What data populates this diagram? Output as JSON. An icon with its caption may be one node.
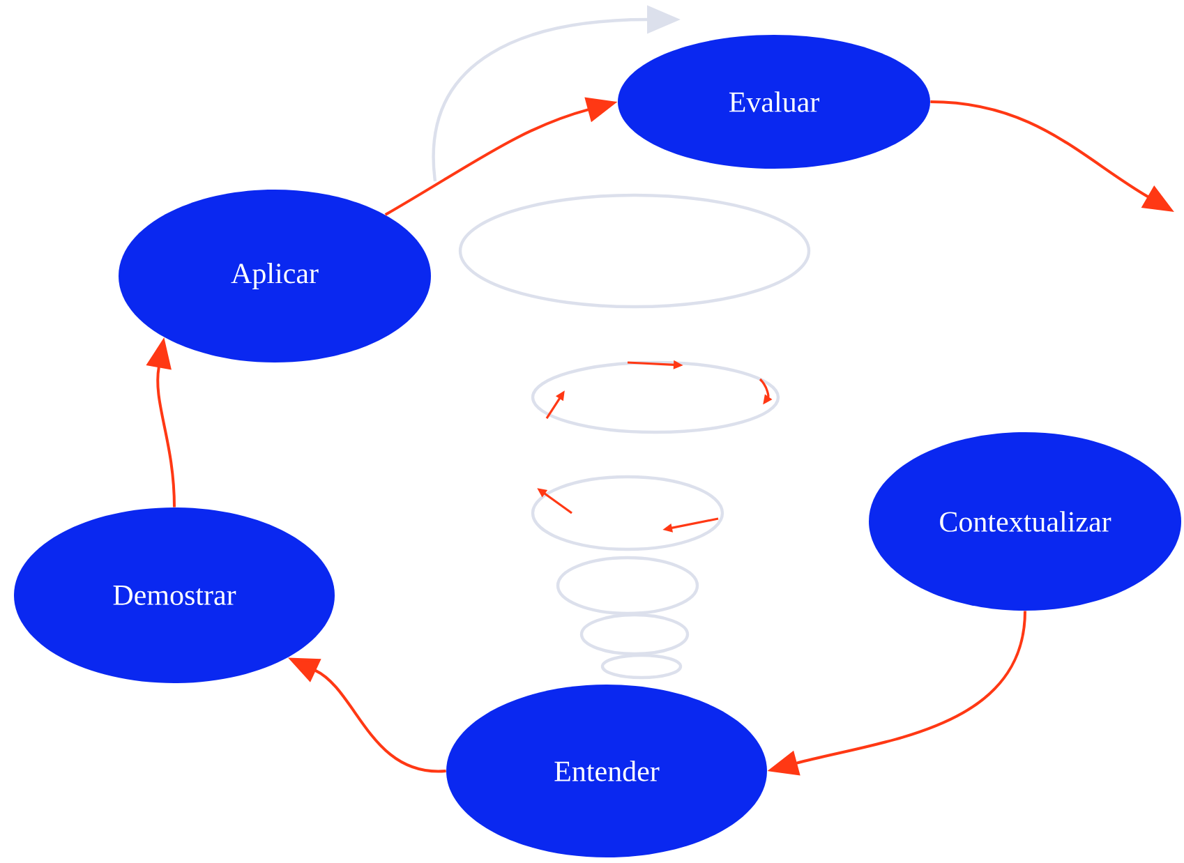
{
  "diagram": {
    "nodes": [
      {
        "text": [
          "Evaluar"
        ]
      },
      {
        "text": [
          "Aplicar"
        ]
      },
      {
        "text": [
          "Contextualizar"
        ]
      },
      {
        "text": [
          "Demostrar"
        ]
      },
      {
        "text": [
          "Entender"
        ]
      }
    ],
    "edges": [
      {
        "from": 2,
        "to": 4,
        "arrow": "to"
      },
      {
        "from": 4,
        "to": 3,
        "arrow": "to"
      },
      {
        "from": 3,
        "to": 1,
        "arrow": "to"
      },
      {
        "from": 1,
        "to": 0,
        "arrow": "to"
      },
      {
        "from": 0,
        "to": null,
        "arrow": "to"
      }
    ]
  }
}
